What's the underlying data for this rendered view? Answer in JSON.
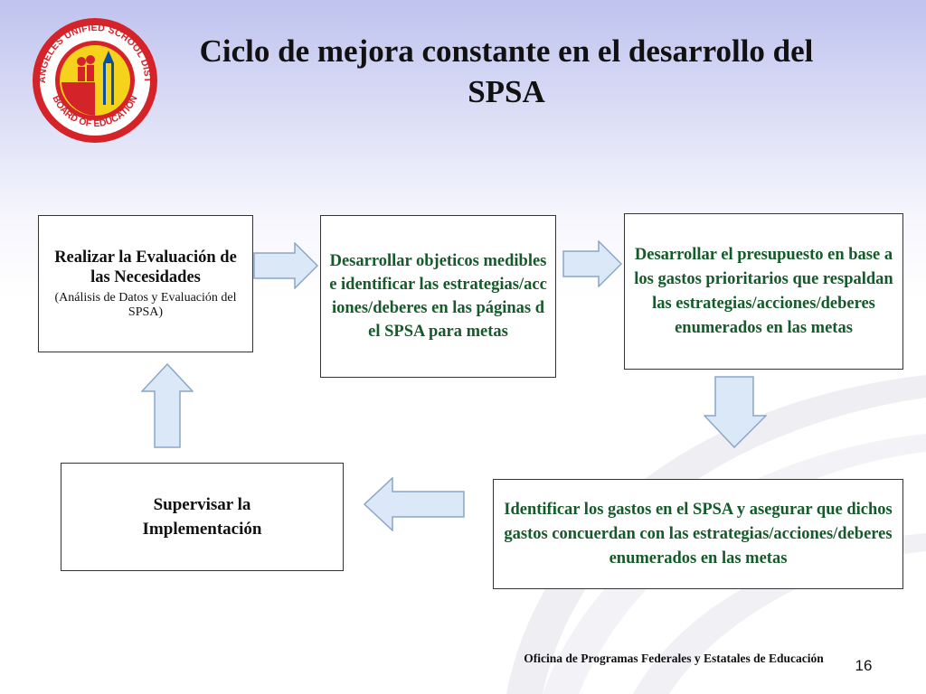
{
  "title": "Ciclo de mejora constante en el desarrollo del SPSA",
  "logo": {
    "text_top": "LOS ANGELES UNIFIED SCHOOL DISTRICT",
    "text_bottom": "BOARD OF EDUCATION"
  },
  "boxes": {
    "assess": {
      "main": "Realizar la Evaluación de las Necesidades",
      "sub": "(Análisis de Datos y Evaluación del SPSA)"
    },
    "goals": "Desarrollar objeticos medibles e identificar las estrategias/acciones/deberes en las páginas del SPSA para metas",
    "budget": "Desarrollar el presupuesto en base a los gastos prioritarios que respaldan las estrategias/acciones/deberes enumerados en las metas",
    "identify": "Identificar los gastos en el SPSA y asegurar que dichos gastos concuerdan con las estrategias/acciones/deberes enumerados en las metas",
    "supervise": "Supervisar la Implementación"
  },
  "footer": "Oficina de Programas Federales y Estatales de Educación",
  "page_number": "16",
  "colors": {
    "green_text": "#155a2a",
    "arrow_fill": "#dbe8f7",
    "arrow_stroke": "#8aa6c8",
    "logo_red": "#d5232a",
    "logo_yellow": "#f5d21c"
  }
}
